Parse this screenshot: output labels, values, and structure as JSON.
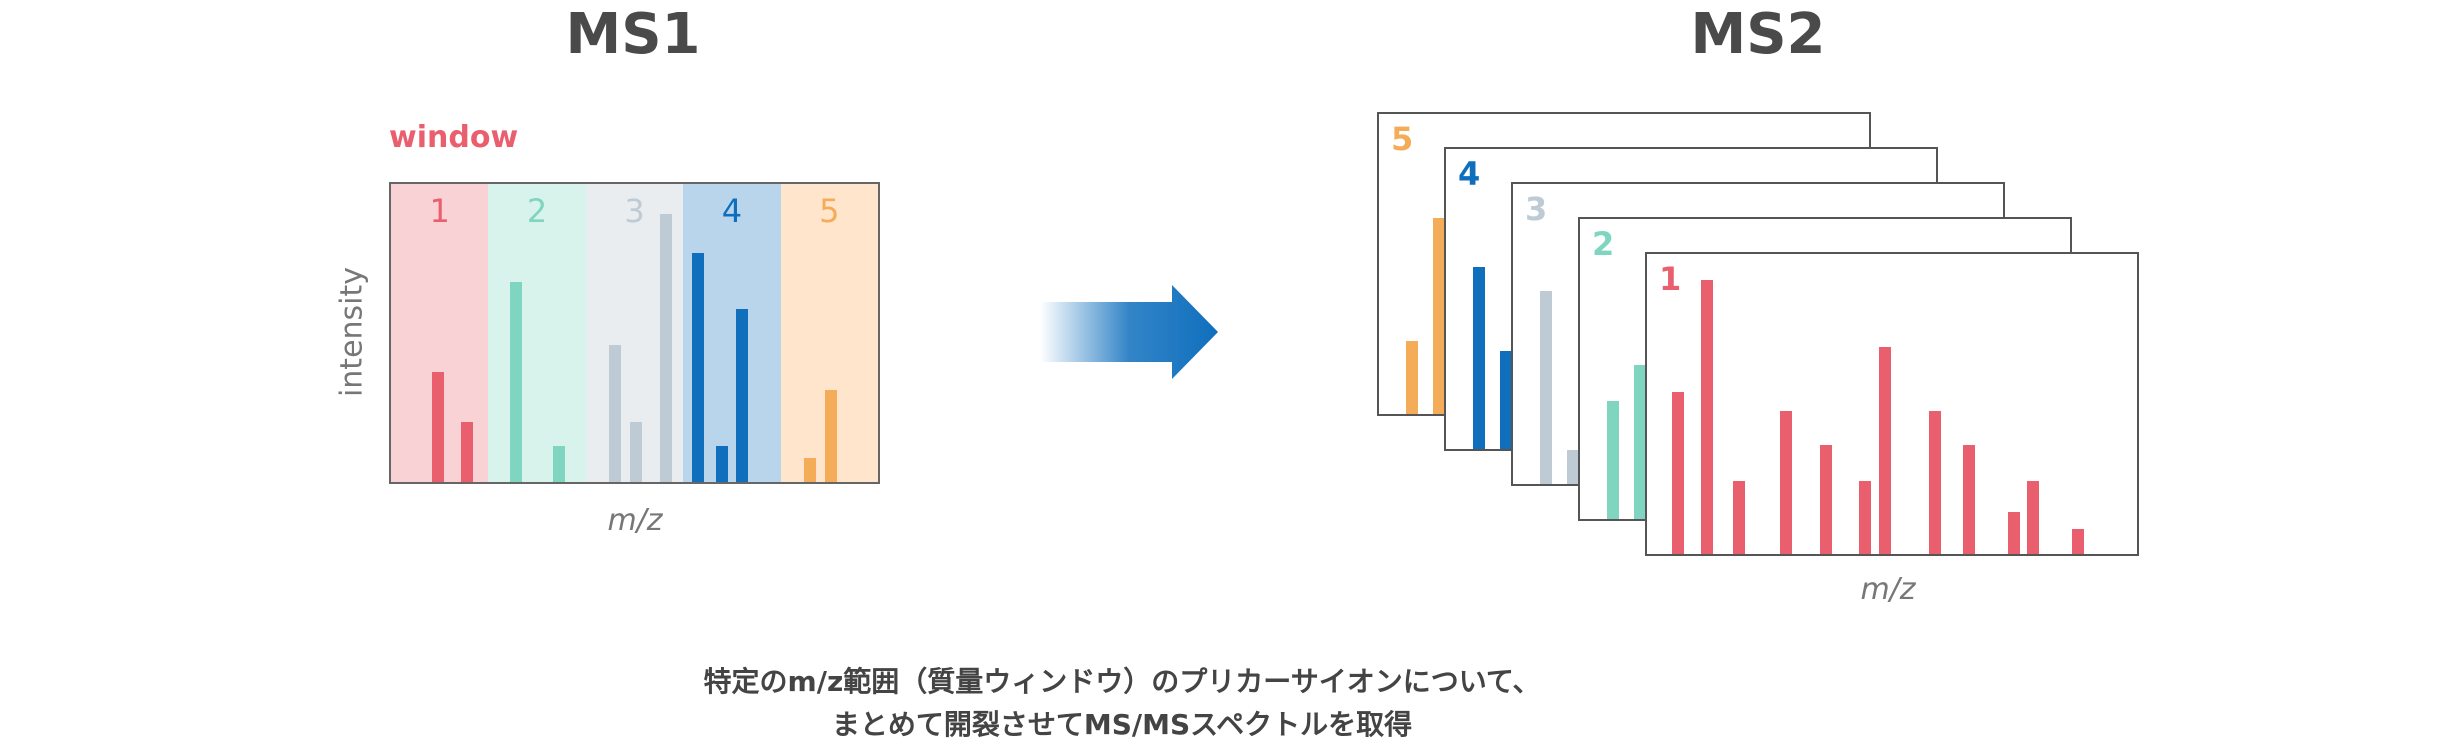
{
  "colors": {
    "w1": "#ea5f6e",
    "w2": "#7fd5c0",
    "w3": "#bfcbd4",
    "w4": "#0f6fbd",
    "w5": "#f5ac58",
    "bg1": "#f9d2d5",
    "bg2": "#d8f3ec",
    "bg3": "#e9edf0",
    "bg4": "#b8d5ec",
    "bg5": "#fee5cb"
  },
  "ms1": {
    "title": "MS1",
    "window_label": "window",
    "ylabel": "intensity",
    "xlabel": "m/z",
    "windows": [
      {
        "label": "1",
        "color": "w1",
        "bg": "bg1",
        "bars": [
          {
            "x": 0.48,
            "h": 0.37
          },
          {
            "x": 0.78,
            "h": 0.2
          }
        ]
      },
      {
        "label": "2",
        "color": "w2",
        "bg": "bg2",
        "bars": [
          {
            "x": 0.28,
            "h": 0.67
          },
          {
            "x": 0.72,
            "h": 0.12
          }
        ]
      },
      {
        "label": "3",
        "color": "w3",
        "bg": "bg3",
        "bars": [
          {
            "x": 0.3,
            "h": 0.46
          },
          {
            "x": 0.52,
            "h": 0.2
          },
          {
            "x": 0.82,
            "h": 0.9
          }
        ]
      },
      {
        "label": "4",
        "color": "w4",
        "bg": "bg4",
        "bars": [
          {
            "x": 0.15,
            "h": 0.77
          },
          {
            "x": 0.4,
            "h": 0.12
          },
          {
            "x": 0.6,
            "h": 0.58
          }
        ]
      },
      {
        "label": "5",
        "color": "w5",
        "bg": "bg5",
        "bars": [
          {
            "x": 0.3,
            "h": 0.08
          },
          {
            "x": 0.52,
            "h": 0.31
          }
        ]
      }
    ]
  },
  "ms2": {
    "title": "MS2",
    "xlabel": "m/z",
    "cards": [
      {
        "label": "5",
        "color": "w5",
        "bars": [
          {
            "x": 0.055,
            "h": 0.26
          },
          {
            "x": 0.11,
            "h": 0.7
          }
        ]
      },
      {
        "label": "4",
        "color": "w4",
        "bars": [
          {
            "x": 0.055,
            "h": 0.65
          },
          {
            "x": 0.11,
            "h": 0.35
          }
        ]
      },
      {
        "label": "3",
        "color": "w3",
        "bars": [
          {
            "x": 0.055,
            "h": 0.69
          },
          {
            "x": 0.11,
            "h": 0.12
          }
        ]
      },
      {
        "label": "2",
        "color": "w2",
        "bars": [
          {
            "x": 0.055,
            "h": 0.42
          },
          {
            "x": 0.11,
            "h": 0.55
          }
        ]
      },
      {
        "label": "1",
        "color": "w1",
        "bars": [
          {
            "x": 0.05,
            "h": 0.58
          },
          {
            "x": 0.11,
            "h": 0.98
          },
          {
            "x": 0.175,
            "h": 0.26
          },
          {
            "x": 0.27,
            "h": 0.51
          },
          {
            "x": 0.35,
            "h": 0.39
          },
          {
            "x": 0.43,
            "h": 0.26
          },
          {
            "x": 0.47,
            "h": 0.74
          },
          {
            "x": 0.57,
            "h": 0.51
          },
          {
            "x": 0.64,
            "h": 0.39
          },
          {
            "x": 0.73,
            "h": 0.15
          },
          {
            "x": 0.77,
            "h": 0.26
          },
          {
            "x": 0.86,
            "h": 0.09
          }
        ]
      }
    ]
  },
  "caption": {
    "line1": "特定のm/z範囲（質量ウィンドウ）のプリカーサイオンについて、",
    "line2": "まとめて開裂させてMS/MSスペクトルを取得"
  }
}
